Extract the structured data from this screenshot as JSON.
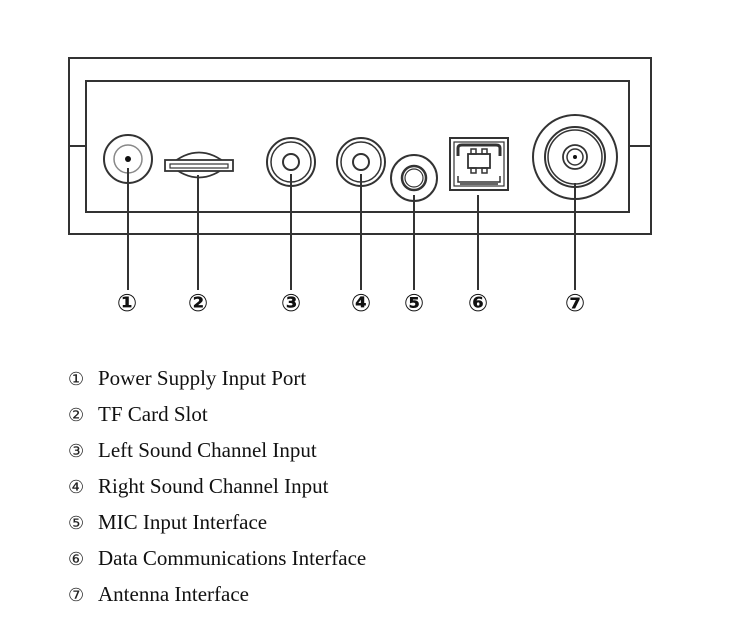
{
  "diagram": {
    "title": "Rear panel interface diagram",
    "components": [
      {
        "id": 1,
        "marker": "①",
        "label": "Power Supply Input Port",
        "type": "dc-jack"
      },
      {
        "id": 2,
        "marker": "②",
        "label": "TF Card Slot",
        "type": "card-slot"
      },
      {
        "id": 3,
        "marker": "③",
        "label": "Left Sound Channel Input",
        "type": "rca-jack"
      },
      {
        "id": 4,
        "marker": "④",
        "label": "Right Sound Channel Input",
        "type": "rca-jack"
      },
      {
        "id": 5,
        "marker": "⑤",
        "label": "MIC Input Interface",
        "type": "audio-jack"
      },
      {
        "id": 6,
        "marker": "⑥",
        "label": "Data Communications Interface",
        "type": "usb-b-port"
      },
      {
        "id": 7,
        "marker": "⑦",
        "label": "Antenna Interface",
        "type": "coax-connector"
      }
    ]
  },
  "legend": [
    {
      "marker": "①",
      "text": "Power Supply Input Port"
    },
    {
      "marker": "②",
      "text": "TF Card Slot"
    },
    {
      "marker": "③",
      "text": "Left Sound Channel Input"
    },
    {
      "marker": "④",
      "text": "Right Sound Channel Input"
    },
    {
      "marker": "⑤",
      "text": "MIC Input Interface"
    },
    {
      "marker": "⑥",
      "text": "Data Communications Interface"
    },
    {
      "marker": "⑦",
      "text": "Antenna Interface"
    }
  ],
  "colors": {
    "line": "#333333",
    "background": "#ffffff",
    "text": "#111111"
  }
}
